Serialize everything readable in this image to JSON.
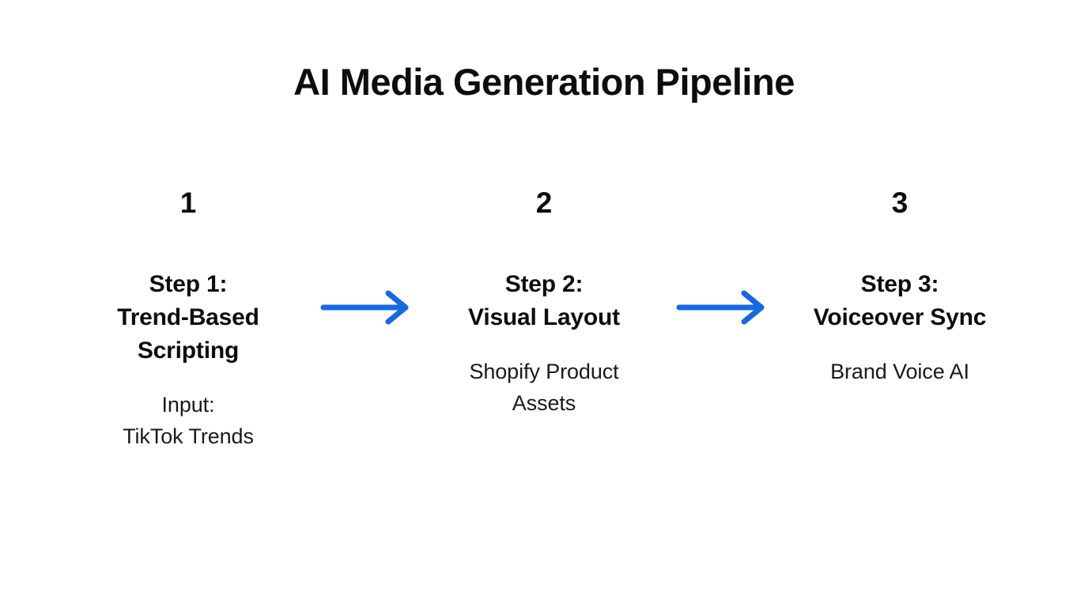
{
  "slide": {
    "title": "AI Media Generation Pipeline",
    "background_color": "#ffffff",
    "text_color": "#0d0d0d",
    "accent_color": "#1668e3"
  },
  "steps": [
    {
      "number": "1",
      "title": "Step 1:\nTrend-Based\nScripting",
      "subtitle": "Input:\nTikTok Trends"
    },
    {
      "number": "2",
      "title": "Step 2:\nVisual Layout",
      "subtitle": "Shopify Product\nAssets"
    },
    {
      "number": "3",
      "title": "Step 3:\nVoiceover Sync",
      "subtitle": "Brand Voice AI"
    }
  ],
  "connectors": [
    {
      "name": "arrow-step1-to-step2",
      "direction": "right",
      "color": "#1668e3"
    },
    {
      "name": "arrow-step2-to-step3",
      "direction": "right",
      "color": "#1668e3"
    }
  ]
}
